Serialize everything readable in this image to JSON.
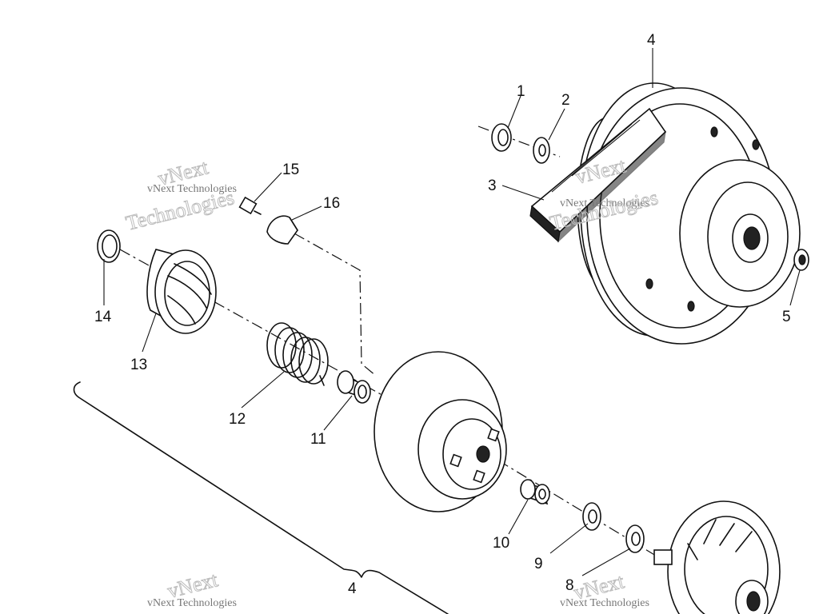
{
  "diagram": {
    "part_labels": [
      "1",
      "2",
      "3",
      "4",
      "5",
      "8",
      "9",
      "10",
      "11",
      "12",
      "13",
      "14",
      "15",
      "16",
      "4"
    ],
    "watermark_small": "vNext Technologies",
    "watermark_big_1": "vNext",
    "watermark_big_2": "Technologies",
    "colors": {
      "ink": "#111111",
      "background": "#ffffff",
      "watermark": "#bdbdbd"
    }
  }
}
